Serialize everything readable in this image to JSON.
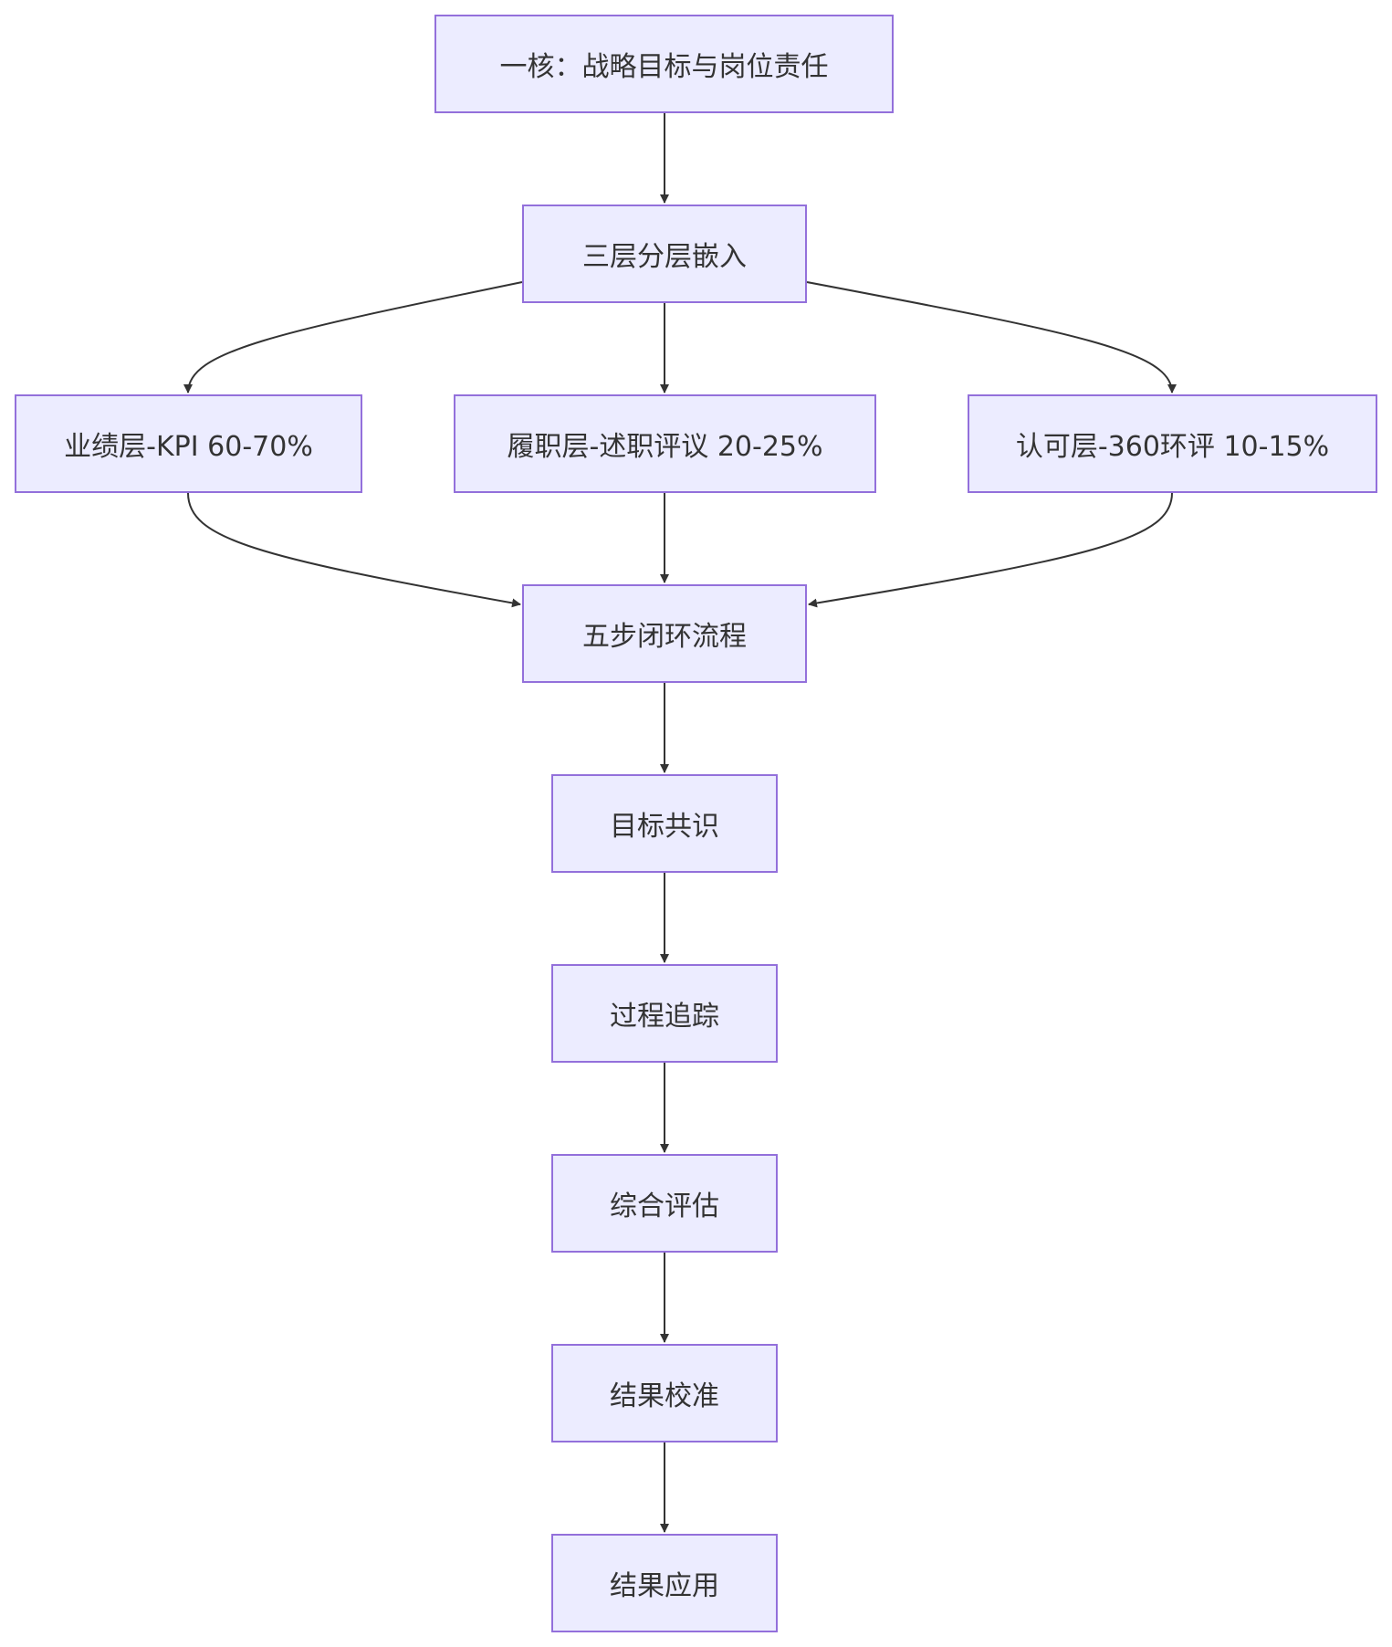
{
  "theme": {
    "node_fill": "#ECECFF",
    "node_border": "#9370DB",
    "text_color": "#333333",
    "edge_color": "#333333"
  },
  "nodes": {
    "core": "一核：战略目标与岗位责任",
    "three_layers": "三层分层嵌入",
    "performance": "业绩层-KPI 60-70%",
    "duty": "履职层-述职评议 20-25%",
    "recognition": "认可层-360环评 10-15%",
    "five_steps": "五步闭环流程",
    "goal_consensus": "目标共识",
    "process_tracking": "过程追踪",
    "comprehensive_eval": "综合评估",
    "result_calibration": "结果校准",
    "result_application": "结果应用"
  },
  "edges": [
    [
      "core",
      "three_layers"
    ],
    [
      "three_layers",
      "performance"
    ],
    [
      "three_layers",
      "duty"
    ],
    [
      "three_layers",
      "recognition"
    ],
    [
      "performance",
      "five_steps"
    ],
    [
      "duty",
      "five_steps"
    ],
    [
      "recognition",
      "five_steps"
    ],
    [
      "five_steps",
      "goal_consensus"
    ],
    [
      "goal_consensus",
      "process_tracking"
    ],
    [
      "process_tracking",
      "comprehensive_eval"
    ],
    [
      "comprehensive_eval",
      "result_calibration"
    ],
    [
      "result_calibration",
      "result_application"
    ]
  ]
}
